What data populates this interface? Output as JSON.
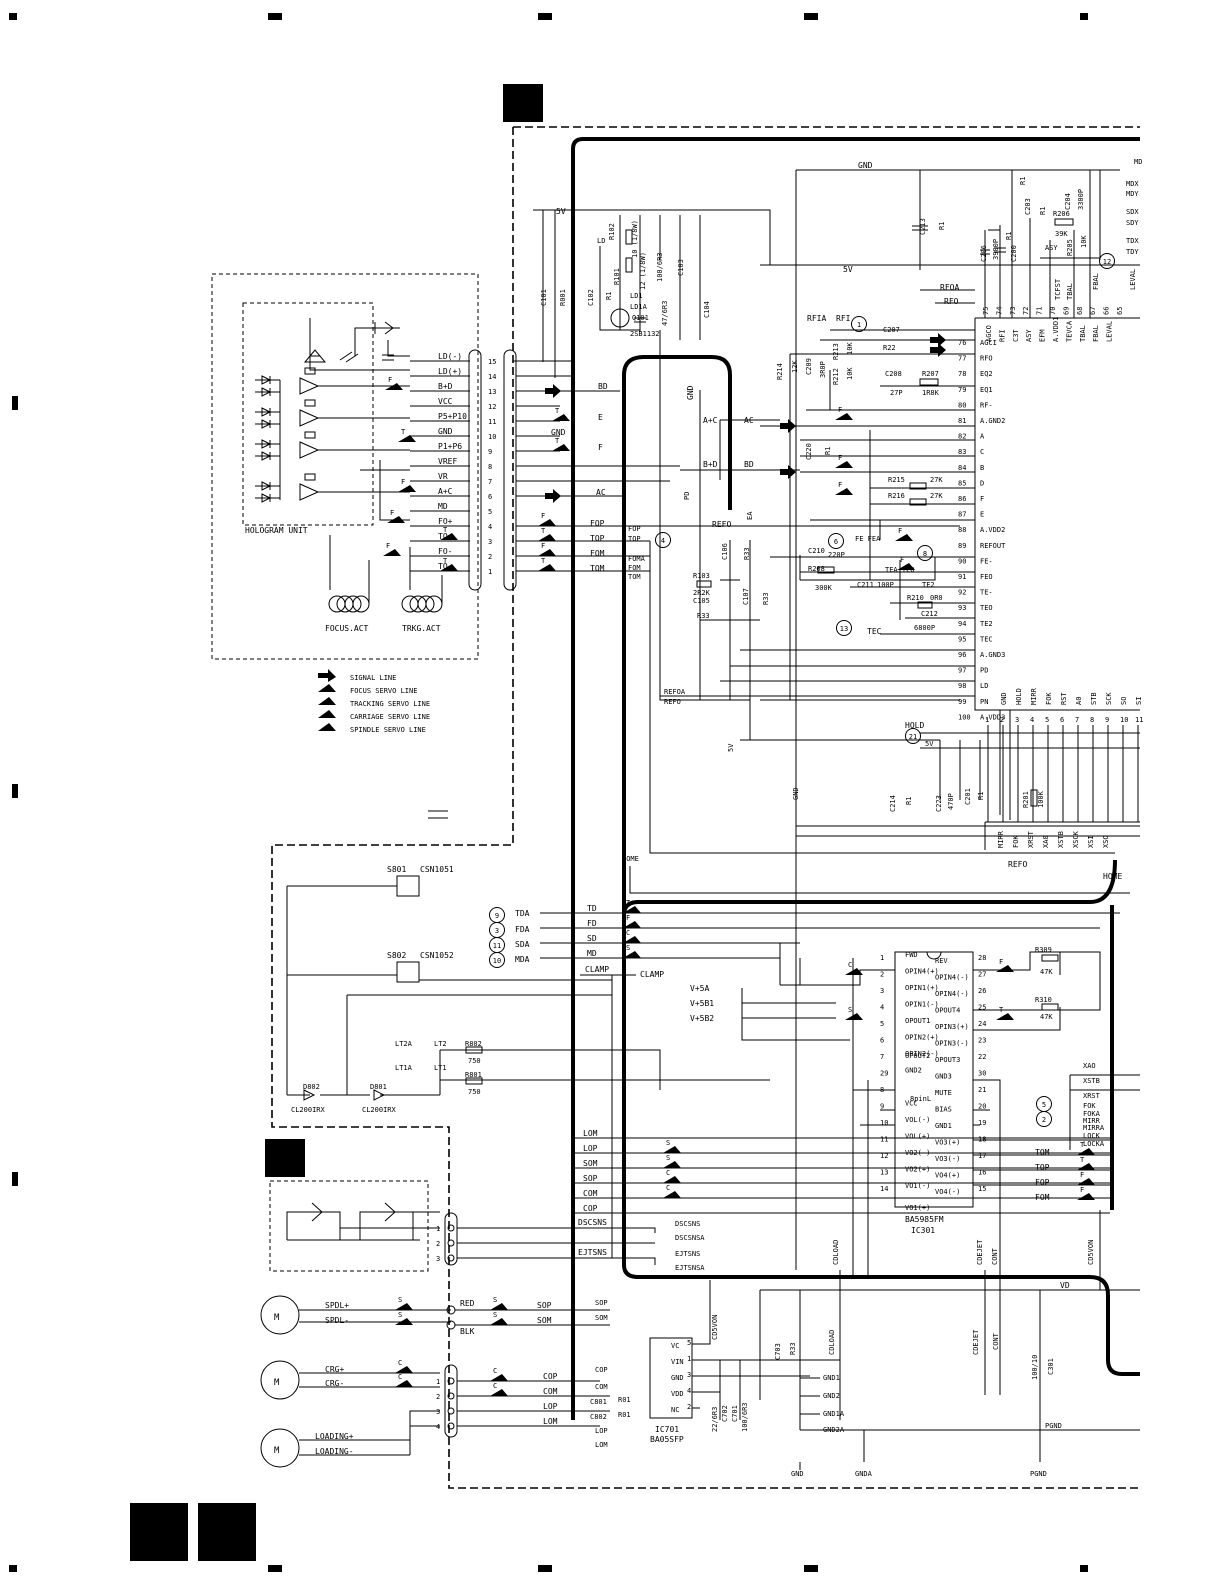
{
  "hologram": {
    "title": "HOLOGRAM UNIT",
    "pins": [
      {
        "label": "LD(-)",
        "num": "15"
      },
      {
        "label": "LD(+)",
        "num": "14"
      },
      {
        "label": "B+D",
        "num": "13"
      },
      {
        "label": "VCC",
        "num": "12"
      },
      {
        "label": "P5+P10",
        "num": "11"
      },
      {
        "label": "GND",
        "num": "10"
      },
      {
        "label": "P1+P6",
        "num": "9"
      },
      {
        "label": "VREF",
        "num": "8"
      },
      {
        "label": "VR",
        "num": "7"
      },
      {
        "label": "A+C",
        "num": "6"
      },
      {
        "label": "MD",
        "num": "5"
      },
      {
        "label": "FO+",
        "num": "4"
      },
      {
        "label": "TO+",
        "num": "3"
      },
      {
        "label": "FO-",
        "num": "2"
      },
      {
        "label": "TO-",
        "num": "1"
      }
    ],
    "focus_act": "FOCUS.ACT",
    "trkg_act": "TRKG.ACT"
  },
  "legend": {
    "items": [
      "SIGNAL LINE",
      "FOCUS SERVO LINE",
      "TRACKING SERVO LINE",
      "CARRIAGE SERVO LINE",
      "SPINDLE SERVO LINE"
    ]
  },
  "mid": {
    "bd": "BD",
    "e": "E",
    "gnd": "GND",
    "f": "F",
    "ac": "AC",
    "fop": "FOP",
    "top": "TOP",
    "fom": "FOM",
    "tom": "TOM",
    "v5": "5V",
    "ld": "LD",
    "ld1": "LD1",
    "ld1a": "LD1A",
    "q101": "Q101",
    "q101_part": "2SB1132",
    "c101": "C101",
    "r001": "R001",
    "c102": "C102",
    "r1": "R1",
    "r102": "R102",
    "r101": "R101",
    "r101v": "12 (1/8W)",
    "r102v": "10 (1/8W)",
    "c103": "C103",
    "c103v": "100/6R3",
    "c104": "C104",
    "c104v": "47/6R3",
    "gnd2": "GND",
    "pd": "PD",
    "refo": "REFO",
    "refoa": "REFOA",
    "ac2": "A+C",
    "bd2": "B+D",
    "c106": "C106",
    "r103": "R103",
    "r103v": "2R2K",
    "c105": "C105",
    "r33": "R33",
    "c107": "C107",
    "home": "HOME",
    "fopm": "FOP",
    "topm": "TOP",
    "foma": "FOMA",
    "fomm": "FOM",
    "tomm": "TOM",
    "v5b": "5V",
    "gnd3": "GND"
  },
  "ic": {
    "gnd": "GND",
    "v5": "5V",
    "rfoa": "RFOA",
    "rfo": "RFO",
    "rfia": "RFIA",
    "rfi": "RFI",
    "c207": "C207",
    "r22": "R22",
    "c208": "C208",
    "c208v": "27P",
    "r207": "R207",
    "r207v": "1R8K",
    "r214": "R214",
    "r214v": "12K",
    "c209": "C209",
    "c209v": "3R0P",
    "r213": "R213",
    "r213v": "10K",
    "r212": "R212",
    "r212v": "10K",
    "c220": "C220",
    "r215": "R215",
    "r215v": "27K",
    "r216": "R216",
    "r216v": "27K",
    "c210": "C210",
    "c210v": "220P",
    "r208": "R208",
    "r208v": "300K",
    "c211": "C211",
    "c211v": "100P",
    "r210": "R210",
    "r210v": "0R0",
    "c212": "C212",
    "c212v": "6800P",
    "tec": "TEC",
    "fe_fea": "FE FEA",
    "tea_teo": "TEA TEO",
    "te2": "TE2",
    "e_a": "EA",
    "c213": "C213",
    "c206": "C206",
    "c206v": "3900P",
    "c200": "C200",
    "r1": "R1",
    "c203": "C203",
    "r206": "R206",
    "r206v": "39K",
    "c204": "C204",
    "c204v": "3300P",
    "r205": "R205",
    "r205v": "10K",
    "asy": "ASY",
    "top_pins": [
      {
        "num": "75",
        "name": "AGCO"
      },
      {
        "num": "74",
        "name": "RFI"
      },
      {
        "num": "73",
        "name": "C3T"
      },
      {
        "num": "72",
        "name": "ASY"
      },
      {
        "num": "71",
        "name": "EFM"
      },
      {
        "num": "70",
        "name": "A.VDD1"
      },
      {
        "num": "69",
        "name": "TEVCA"
      },
      {
        "num": "68",
        "name": "TBAL"
      },
      {
        "num": "67",
        "name": "FBAL"
      },
      {
        "num": "66",
        "name": "LEVAL"
      },
      {
        "num": "65",
        "name": ""
      }
    ],
    "right_top": [
      "MD",
      "MDX",
      "MDY",
      "SDX",
      "SDY",
      "TDX",
      "TDY"
    ],
    "tcfst": "TCFST",
    "tbal": "TBAL",
    "fbal": "FBAL",
    "leval": "LEVAL",
    "left_pins": [
      {
        "num": "76",
        "name": "AGCI"
      },
      {
        "num": "77",
        "name": "RFO"
      },
      {
        "num": "78",
        "name": "EQ2"
      },
      {
        "num": "79",
        "name": "EQ1"
      },
      {
        "num": "80",
        "name": "RF-"
      },
      {
        "num": "81",
        "name": "A.GND2"
      },
      {
        "num": "82",
        "name": "A"
      },
      {
        "num": "83",
        "name": "C"
      },
      {
        "num": "84",
        "name": "B"
      },
      {
        "num": "85",
        "name": "D"
      },
      {
        "num": "86",
        "name": "F"
      },
      {
        "num": "87",
        "name": "E"
      },
      {
        "num": "88",
        "name": "A.VDD2"
      },
      {
        "num": "89",
        "name": "REFOUT"
      },
      {
        "num": "90",
        "name": "FE-"
      },
      {
        "num": "91",
        "name": "FEO"
      },
      {
        "num": "92",
        "name": "TE-"
      },
      {
        "num": "93",
        "name": "TEO"
      },
      {
        "num": "94",
        "name": "TE2"
      },
      {
        "num": "95",
        "name": "TEC"
      },
      {
        "num": "96",
        "name": "A.GND3"
      },
      {
        "num": "97",
        "name": "PD"
      },
      {
        "num": "98",
        "name": "LD"
      },
      {
        "num": "99",
        "name": "PN"
      },
      {
        "num": "100",
        "name": "A.VDD3"
      }
    ],
    "bottom_pins": [
      {
        "num": "1",
        "name": ""
      },
      {
        "num": "2",
        "name": "GND"
      },
      {
        "num": "3",
        "name": "HOLD"
      },
      {
        "num": "4",
        "name": "MIRR"
      },
      {
        "num": "5",
        "name": "FOK"
      },
      {
        "num": "6",
        "name": "RST"
      },
      {
        "num": "7",
        "name": "A0"
      },
      {
        "num": "8",
        "name": "STB"
      },
      {
        "num": "9",
        "name": "SCK"
      },
      {
        "num": "10",
        "name": "SO"
      },
      {
        "num": "11",
        "name": "SI"
      }
    ],
    "hold": "HOLD",
    "v5c": "5V",
    "c214": "C214",
    "c223": "C223",
    "c223v": "470P",
    "c201": "C201",
    "r201": "R201",
    "r201v": "100K",
    "bus_labels": [
      "MIRR",
      "FOK",
      "XRST",
      "XA0",
      "XSTB",
      "XSCK",
      "XSI",
      "XSO"
    ],
    "refo": "REFO",
    "home": "HOME"
  },
  "lower": {
    "s801": "S801",
    "s801p": "CSN1051",
    "s802": "S802",
    "s802p": "CSN1052",
    "tda": "TDA",
    "fda": "FDA",
    "sda": "SDA",
    "mda": "MDA",
    "td": "TD",
    "fd": "FD",
    "sd": "SD",
    "md": "MD",
    "clamp": "CLAMP",
    "clamp2": "CLAMP",
    "v5a": "V+5A",
    "v5b1": "V+5B1",
    "v5b2": "V+5B2",
    "lt2a": "LT2A",
    "lt2": "LT2",
    "lt1a": "LT1A",
    "lt1": "LT1",
    "r802": "R802",
    "r802v": "750",
    "r801": "R801",
    "r801v": "750",
    "d802": "D802",
    "d801": "D801",
    "d802p": "CL200IRX",
    "d801p": "CL200IRX"
  },
  "driver": {
    "name": "BA5985FM",
    "ref": "IC301",
    "left": [
      {
        "num": "1",
        "name": "FWD"
      },
      {
        "num": "2",
        "name": "OPIN4(+)"
      },
      {
        "num": "3",
        "name": "OPIN1(+)"
      },
      {
        "num": "4",
        "name": "OPIN1(-)"
      },
      {
        "num": "5",
        "name": "OPOUT1"
      },
      {
        "num": "6",
        "name": "OPIN2(+)"
      },
      {
        "num": "7",
        "name": "OPIN2(-)"
      },
      {
        "num": "29",
        "name": "GND2"
      },
      {
        "num": "8",
        "name": ""
      },
      {
        "num": "9",
        "name": "VCC"
      },
      {
        "num": "10",
        "name": "VOL(-)"
      },
      {
        "num": "11",
        "name": "VOL(+)"
      },
      {
        "num": "12",
        "name": "VO2(-)"
      },
      {
        "num": "13",
        "name": "VO2(+)"
      },
      {
        "num": "14",
        "name": "VO1(-)"
      }
    ],
    "right": [
      {
        "num": "28",
        "name": "REV"
      },
      {
        "num": "27",
        "name": "OPIN4(-)"
      },
      {
        "num": "26",
        "name": "OPIN4(-)"
      },
      {
        "num": "25",
        "name": "OPOUT4"
      },
      {
        "num": "24",
        "name": "OPIN3(+)"
      },
      {
        "num": "23",
        "name": "OPIN3(-)"
      },
      {
        "num": "22",
        "name": "OPOUT3"
      },
      {
        "num": "30",
        "name": "GND3"
      },
      {
        "num": "21",
        "name": "MUTE"
      },
      {
        "num": "20",
        "name": "BIAS"
      },
      {
        "num": "19",
        "name": "GND1"
      },
      {
        "num": "18",
        "name": "VO3(+)"
      },
      {
        "num": "17",
        "name": "VO3(-)"
      },
      {
        "num": "16",
        "name": "VO4(+)"
      },
      {
        "num": "15",
        "name": "VO4(-)"
      }
    ],
    "pin_l": "8pinL",
    "opout2": "OPOUT2",
    "vo1": "VO1(+)",
    "r309": "R309",
    "r309v": "47K",
    "r310": "R310",
    "r310v": "47K",
    "tom": "TOM",
    "top": "TOP",
    "fop": "FOP",
    "fom": "FOM",
    "cdload": "CDLOAD",
    "cdejet": "CDEJET",
    "cont": "CONT",
    "cd5von": "CD5VON",
    "right_labels": [
      "XAO",
      "XSTB",
      "XRST",
      "FOK",
      "FOKA",
      "MIRR",
      "MIRRA",
      "LOCK",
      "LOCKA"
    ]
  },
  "motors": {
    "lom": "LOM",
    "lop": "LOP",
    "som": "SOM",
    "sop": "SOP",
    "com": "COM",
    "cop": "COP",
    "dscsns": "DSCSNS",
    "dscsns2": "DSCSNS",
    "dscsnsa": "DSCSNSA",
    "ejtsns": "EJTSNS",
    "ejtsns2": "EJTSNS",
    "ejtsnsa": "EJTSNSA",
    "spdl_p": "SPDL+",
    "spdl_m": "SPDL-",
    "red": "RED",
    "blk": "BLK",
    "crg_p": "CRG+",
    "crg_m": "CRG-",
    "loading_p": "LOADING+",
    "loading_m": "LOADING-",
    "som2": "SOM",
    "sop2": "SOP",
    "som3": "SOM",
    "cop2": "COP",
    "com2": "COM",
    "lop2": "LOP",
    "lom2": "LOM",
    "cop3": "COP",
    "com3": "COM",
    "lop3": "LOP",
    "lom3": "LOM",
    "c801": "C801",
    "r01a": "R01",
    "c802": "C802",
    "r01b": "R01",
    "m": "M"
  },
  "regulator": {
    "pins": [
      {
        "num": "5",
        "name": "VC"
      },
      {
        "num": "1",
        "name": "VIN"
      },
      {
        "num": "3",
        "name": "GND"
      },
      {
        "num": "4",
        "name": "VDD"
      },
      {
        "num": "2",
        "name": "NC"
      }
    ],
    "ref": "IC701",
    "part": "BA05SFP",
    "cd5von": "CD5VON",
    "c703": "C703",
    "r33": "R33",
    "c702": "C702",
    "c702v": "22/6R3",
    "c701": "C701",
    "c701v": "100/6R3",
    "gnd1": "GND1",
    "gnd2": "GND2",
    "gnd1a": "GND1A",
    "gnd2a": "GND2A",
    "gnd": "GND",
    "gnda": "GNDA",
    "pgnd": "PGND",
    "pgnd2": "PGND",
    "vd": "VD",
    "c301": "C301",
    "c301v": "100/10",
    "cdload": "CDLOAD",
    "cdejet": "CDEJET",
    "cont": "CONT"
  },
  "markers": {
    "m1": "1",
    "m4": "4",
    "m6": "6",
    "m8": "8",
    "m13": "13",
    "m12": "12",
    "m21": "21",
    "m9": "9",
    "m3": "3",
    "m11": "11",
    "m10": "10",
    "m5": "5",
    "m2": "2"
  },
  "marks": {
    "f": "F",
    "t": "T",
    "c": "C",
    "s": "S"
  }
}
